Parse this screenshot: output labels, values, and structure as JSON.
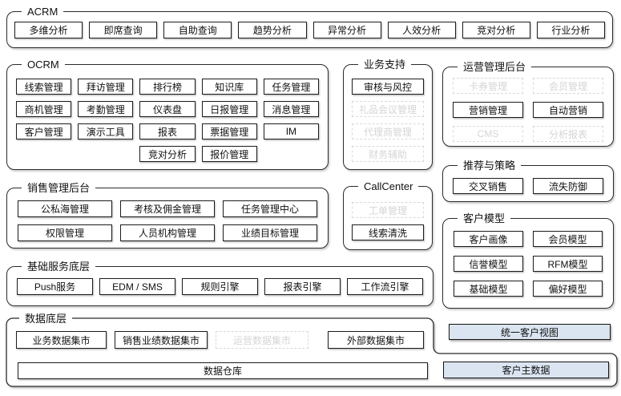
{
  "colors": {
    "background": "#ffffff",
    "box_border": "#1c1c1c",
    "disabled_gray": "#d9d9d9",
    "highlight_fill": "#dbe5f1"
  },
  "sections": {
    "acrm": {
      "label": "ACRM",
      "items": [
        "多维分析",
        "即席查询",
        "自助查询",
        "趋势分析",
        "异常分析",
        "人效分析",
        "竞对分析",
        "行业分析"
      ]
    },
    "ocrm": {
      "label": "OCRM",
      "rows": [
        [
          "线索管理",
          "拜访管理",
          "排行榜",
          "知识库",
          "任务管理"
        ],
        [
          "商机管理",
          "考勤管理",
          "仪表盘",
          "日报管理",
          "消息管理"
        ],
        [
          "客户管理",
          "演示工具",
          "报表",
          "票据管理",
          "IM"
        ],
        [
          "竞对分析",
          "报价管理"
        ]
      ]
    },
    "biz_support": {
      "label": "业务支持",
      "items": [
        {
          "label": "审核与风控",
          "enabled": true
        },
        {
          "label": "礼品会议管理",
          "enabled": false
        },
        {
          "label": "代理商管理",
          "enabled": false
        },
        {
          "label": "财务辅助",
          "enabled": false
        }
      ]
    },
    "ops_admin": {
      "label": "运营管理后台",
      "items": [
        {
          "label": "卡券管理",
          "enabled": false
        },
        {
          "label": "会员管理",
          "enabled": false
        },
        {
          "label": "营销管理",
          "enabled": true
        },
        {
          "label": "自动营销",
          "enabled": true
        },
        {
          "label": "CMS",
          "enabled": false
        },
        {
          "label": "分析报表",
          "enabled": false
        }
      ]
    },
    "recommend": {
      "label": "推荐与策略",
      "items": [
        "交叉销售",
        "流失防御"
      ]
    },
    "callcenter": {
      "label": "CallCenter",
      "items": [
        {
          "label": "工单管理",
          "enabled": false
        },
        {
          "label": "线索清洗",
          "enabled": true
        }
      ]
    },
    "sales_admin": {
      "label": "销售管理后台",
      "items": [
        "公私海管理",
        "考核及佣金管理",
        "任务管理中心",
        "权限管理",
        "人员机构管理",
        "业绩目标管理"
      ]
    },
    "customer_model": {
      "label": "客户模型",
      "items": [
        "客户画像",
        "会员模型",
        "信誉模型",
        "RFM模型",
        "基础模型",
        "偏好模型"
      ]
    },
    "base_services": {
      "label": "基础服务底层",
      "items": [
        "Push服务",
        "EDM / SMS",
        "规则引擎",
        "报表引擎",
        "工作流引擎"
      ]
    },
    "data_layer": {
      "label": "数据底层",
      "marts": [
        {
          "label": "业务数据集市",
          "enabled": true
        },
        {
          "label": "销售业绩数据集市",
          "enabled": true
        },
        {
          "label": "运营数据集市",
          "enabled": false
        },
        {
          "label": "外部数据集市",
          "enabled": true
        }
      ],
      "warehouse": "数据仓库"
    },
    "unified_view": {
      "label": "统一客户视图"
    },
    "master_data": {
      "label": "客户主数据"
    }
  }
}
